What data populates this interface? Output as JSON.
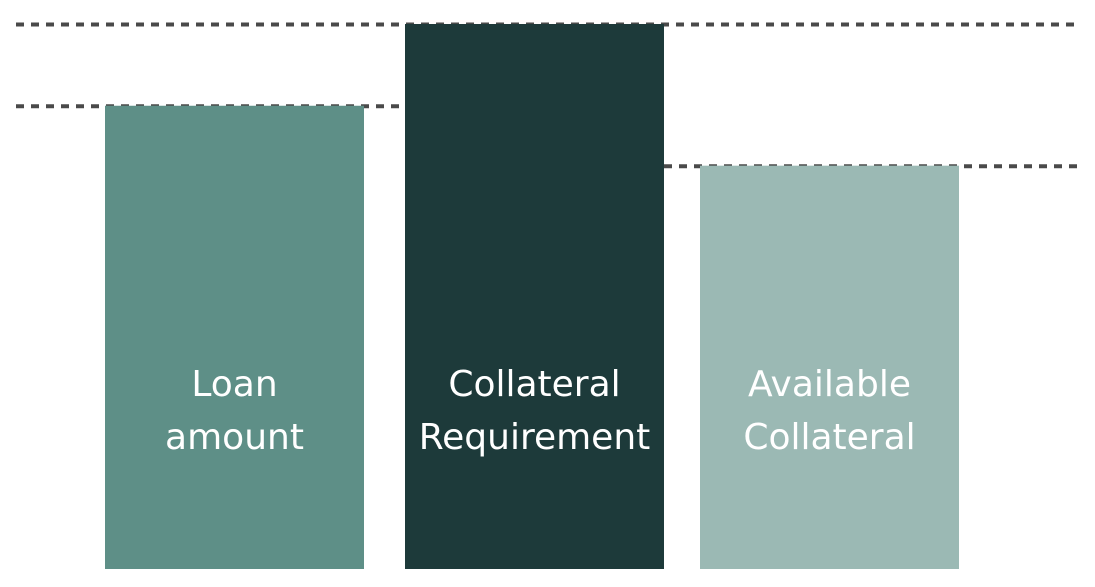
{
  "chart_data": {
    "type": "bar",
    "categories": [
      "Loan amount",
      "Collateral Requirement",
      "Available Collateral"
    ],
    "category_lines": [
      [
        "Loan",
        "amount"
      ],
      [
        "Collateral",
        "Requirement"
      ],
      [
        "Available",
        "Collateral"
      ]
    ],
    "values": [
      85,
      100,
      74
    ],
    "colors": [
      "#5e8f87",
      "#1d3a3a",
      "#9bb9b4"
    ],
    "reference_line_color": "#4a4a4a",
    "title": "",
    "xlabel": "",
    "ylabel": "",
    "ylim": [
      0,
      100
    ],
    "grid": false,
    "legend": "none",
    "axes_visible": false
  }
}
